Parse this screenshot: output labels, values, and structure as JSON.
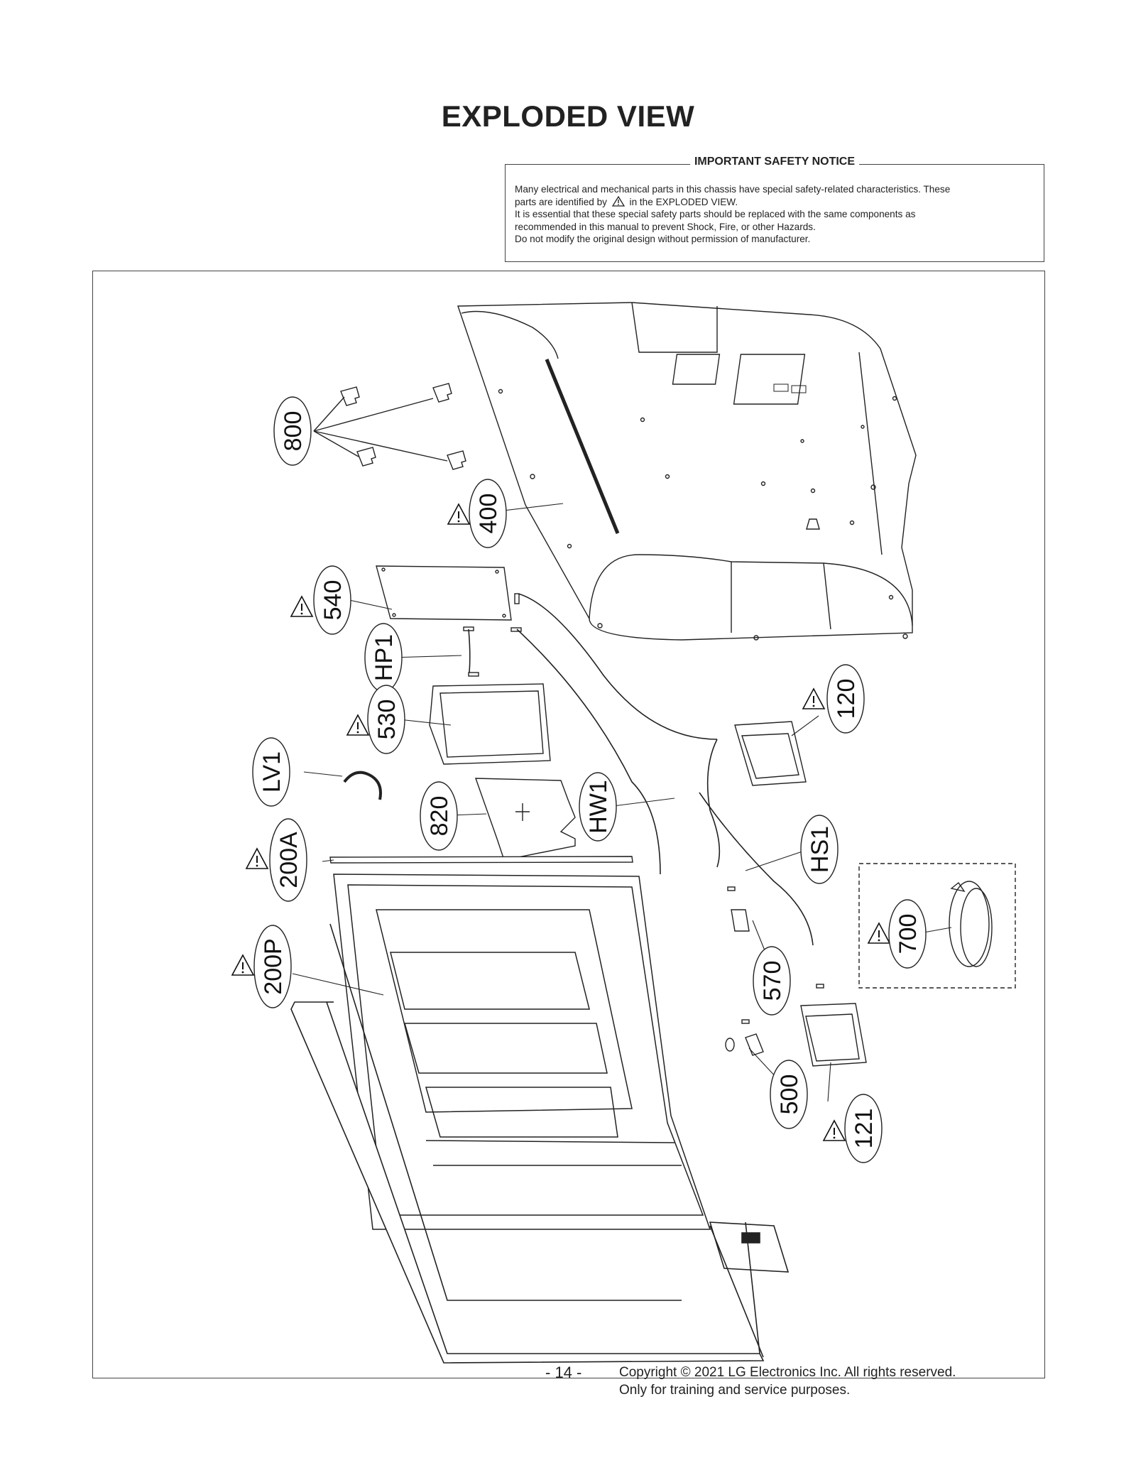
{
  "page": {
    "title": "EXPLODED VIEW",
    "page_number": "- 14 -",
    "copyright": "Copyright © 2021 LG Electronics Inc. All rights reserved.",
    "copyright_note": "Only for training and service purposes."
  },
  "safety_notice": {
    "heading": "IMPORTANT SAFETY NOTICE",
    "line1": "Many electrical and mechanical parts in this chassis have special safety-related characteristics. These",
    "line2_before_icon": "parts are identified by",
    "line2_after_icon": "in the EXPLODED VIEW.",
    "line3": "It is essential that these special safety parts should be replaced with the same components as",
    "line4": "recommended in this manual to prevent Shock, Fire, or other Hazards.",
    "line5": "Do not modify the original design without permission of manufacturer."
  },
  "part_labels": {
    "p800": "800",
    "p400": "400",
    "p540": "540",
    "hp1": "HP1",
    "p530": "530",
    "lv1": "LV1",
    "p820": "820",
    "hw1": "HW1",
    "p200a": "200A",
    "p200p": "200P",
    "p120": "120",
    "hs1": "HS1",
    "p700": "700",
    "p570": "570",
    "p500": "500",
    "p121": "121"
  },
  "warning_icon": "warning-triangle-icon"
}
